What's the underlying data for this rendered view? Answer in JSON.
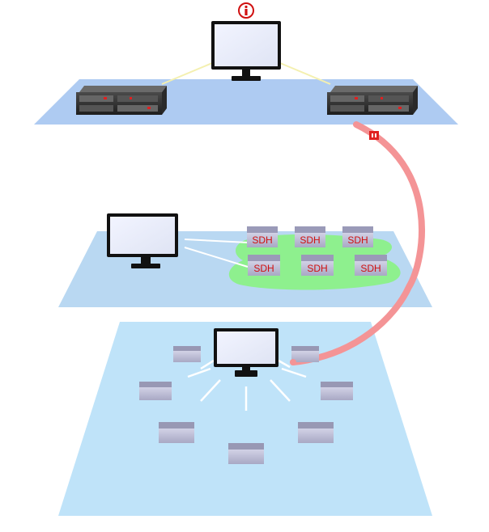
{
  "diagram": {
    "top_layer": {
      "alert_icon": "info-alert-icon",
      "alert_color": "#d01010"
    },
    "middle_layer": {
      "sdh_nodes": [
        "SDH",
        "SDH",
        "SDH",
        "SDH",
        "SDH",
        "SDH"
      ],
      "ring_color": "#8ef08e"
    },
    "bottom_layer": {
      "node_count": 7
    },
    "colors": {
      "plane_top": "#aecbf2",
      "plane_middle": "#b9d8f2",
      "plane_bottom": "#bfe3f9",
      "link_pink": "#f49496",
      "link_yellow": "#f4f0b0",
      "link_white": "#ffffff",
      "alarm_red": "#e02020"
    }
  }
}
